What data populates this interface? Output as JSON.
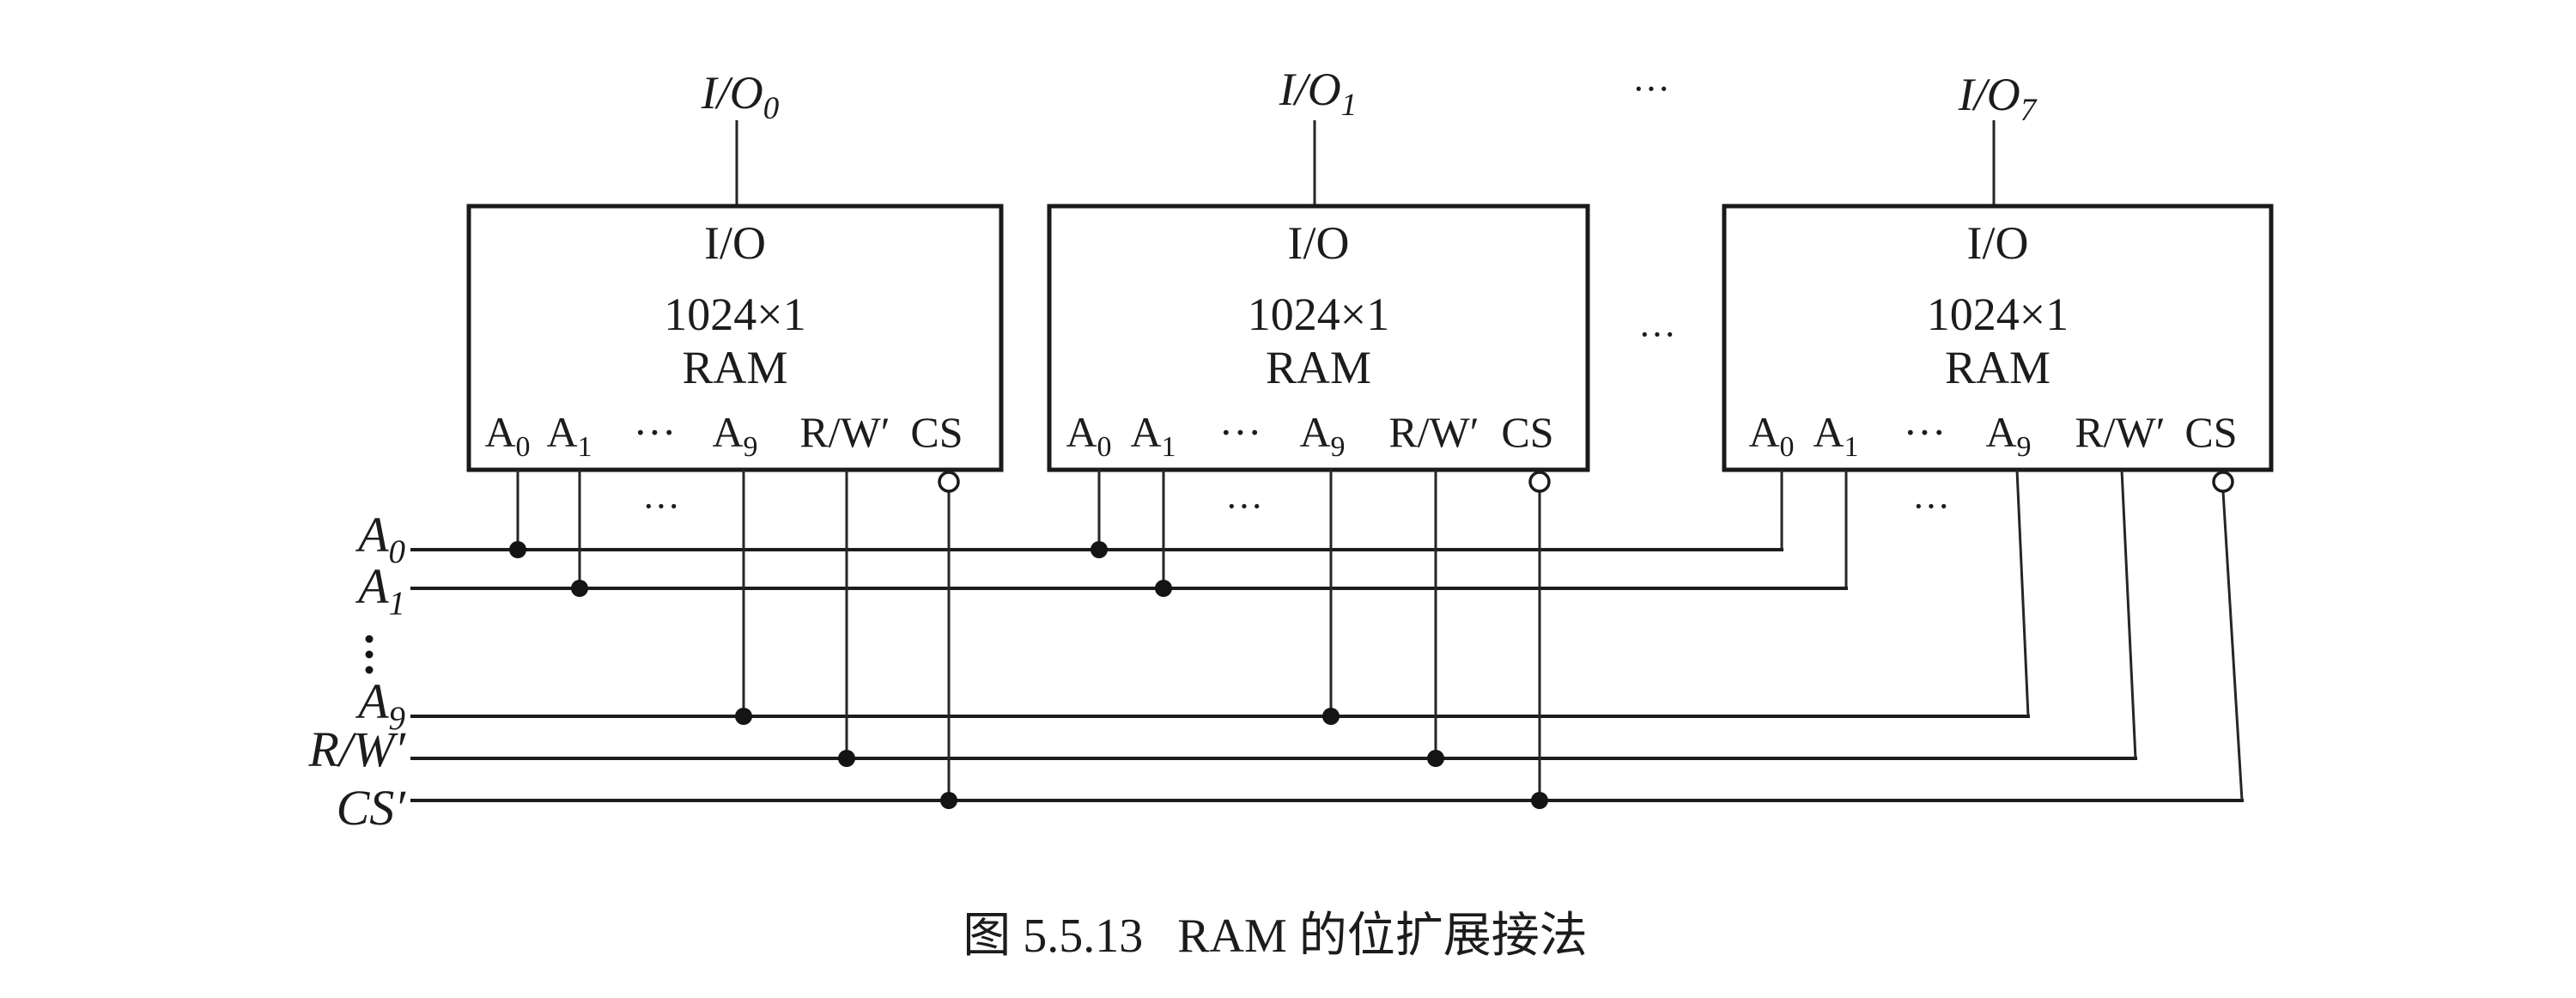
{
  "figure": {
    "caption_number": "图 5.5.13",
    "caption_text": "RAM 的位扩展接法"
  },
  "chips": [
    {
      "id": "chip-0",
      "io_label": "I/O",
      "io_sub": "0",
      "port_label": "I/O",
      "size": "1024×1",
      "type": "RAM"
    },
    {
      "id": "chip-1",
      "io_label": "I/O",
      "io_sub": "1",
      "port_label": "I/O",
      "size": "1024×1",
      "type": "RAM"
    },
    {
      "id": "chip-7",
      "io_label": "I/O",
      "io_sub": "7",
      "port_label": "I/O",
      "size": "1024×1",
      "type": "RAM"
    }
  ],
  "chip_pins": [
    {
      "main": "A",
      "sub": "0"
    },
    {
      "main": "A",
      "sub": "1"
    },
    {
      "main": "···",
      "sub": ""
    },
    {
      "main": "A",
      "sub": "9"
    },
    {
      "main": "R/W′",
      "sub": ""
    },
    {
      "main": "CS",
      "sub": ""
    }
  ],
  "bus_signals": [
    {
      "name": "A",
      "sub": "0"
    },
    {
      "name": "A",
      "sub": "1"
    },
    {
      "name": "A",
      "sub": "9"
    },
    {
      "name": "R/W′",
      "sub": ""
    },
    {
      "name": "CS′",
      "sub": ""
    }
  ],
  "ellipsis": "···",
  "vertical_ellipsis": "⋮",
  "cs_active_low": true
}
